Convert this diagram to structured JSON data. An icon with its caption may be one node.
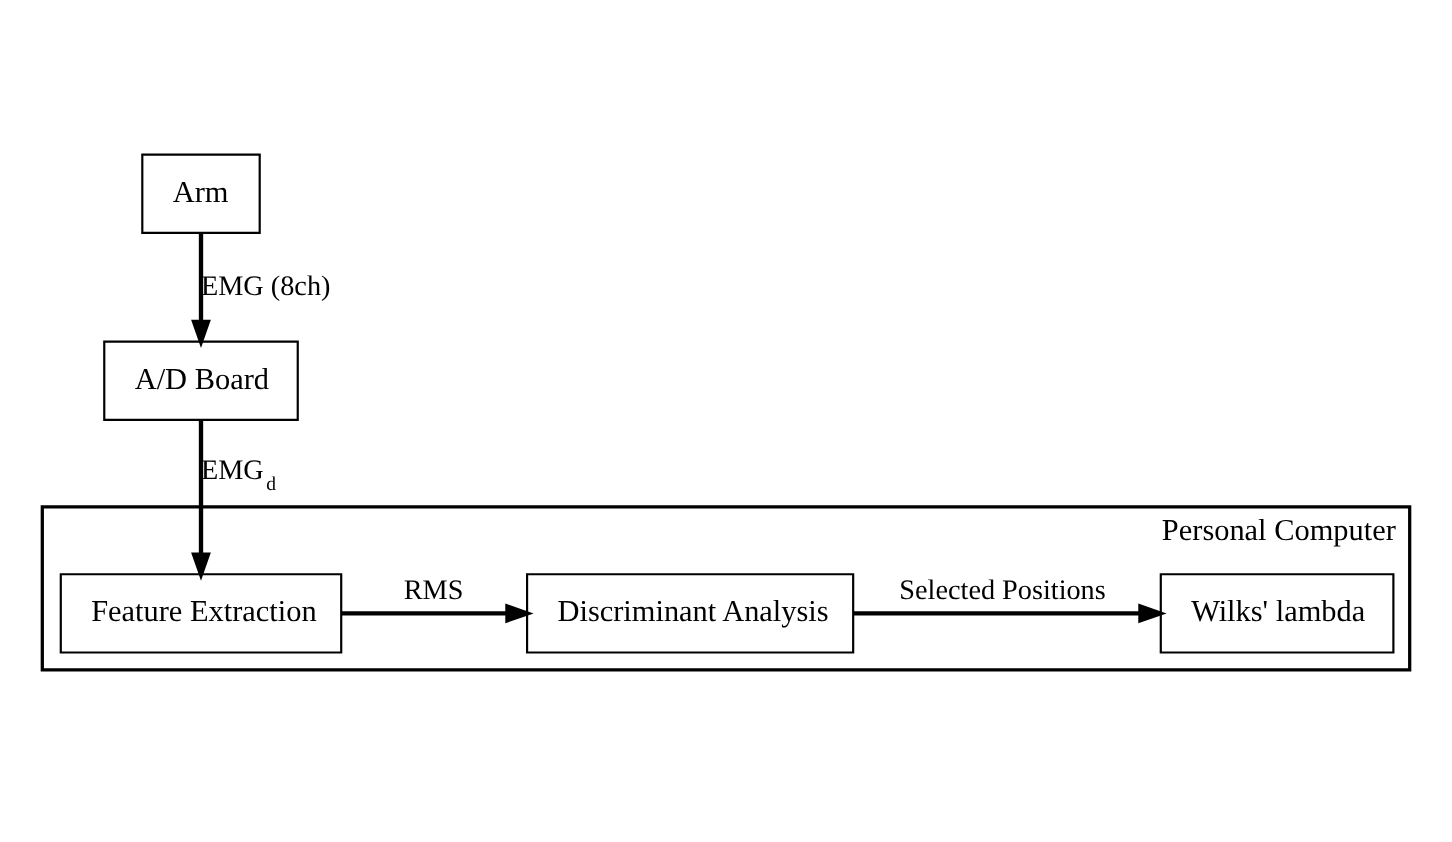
{
  "diagram": {
    "nodes": [
      {
        "text": [
          "Arm"
        ]
      },
      {
        "text": [
          "A/D Board"
        ]
      },
      {
        "text": [
          "Personal Computer"
        ]
      },
      {
        "text": [
          "Feature Extraction"
        ],
        "in": 2
      },
      {
        "text": [
          "Discriminant Analysis"
        ],
        "in": 2
      },
      {
        "text": [
          "Wilks' lambda"
        ],
        "in": 2
      }
    ],
    "edges": [
      {
        "from": 0,
        "to": 1,
        "arrow": "to",
        "label": "EMG (8ch)"
      },
      {
        "from": 1,
        "to": 3,
        "arrow": "to",
        "label": "EMG$_{d}$"
      },
      {
        "from": 3,
        "to": 4,
        "arrow": "to",
        "label": "RMS"
      },
      {
        "from": 4,
        "to": 5,
        "arrow": "to",
        "label": "Selected Positions"
      }
    ]
  }
}
